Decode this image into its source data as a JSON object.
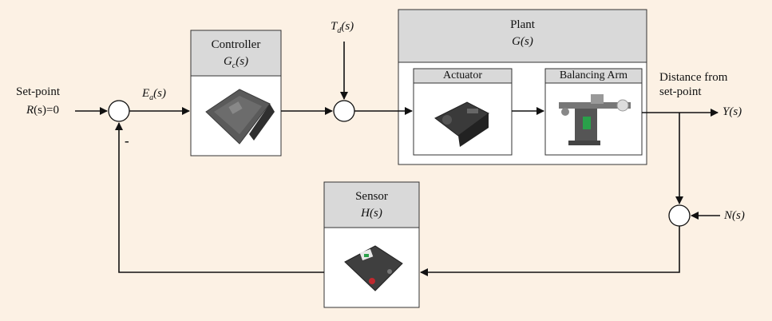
{
  "input": {
    "label": "Set-point",
    "signal": "R",
    "arg": "(s)",
    "value": "=0"
  },
  "error": {
    "symbol": "E",
    "sub": "a",
    "arg": "(s)"
  },
  "feedback_sign": "-",
  "disturbance": {
    "symbol": "T",
    "sub": "d",
    "arg": "(s)"
  },
  "controller": {
    "title": "Controller",
    "tf_symbol": "G",
    "tf_sub": "c",
    "tf_arg": "(s)"
  },
  "plant": {
    "title": "Plant",
    "tf": "G(s)",
    "actuator": "Actuator",
    "balancing_arm": "Balancing Arm"
  },
  "output": {
    "label_line1": "Distance from",
    "label_line2": "set-point",
    "signal": "Y(s)"
  },
  "noise": {
    "signal": "N(s)"
  },
  "sensor": {
    "title": "Sensor",
    "tf": "H(s)"
  },
  "colors": {
    "background": "#fcf1e4",
    "block_header": "#d9d9d9",
    "line": "#111111"
  }
}
